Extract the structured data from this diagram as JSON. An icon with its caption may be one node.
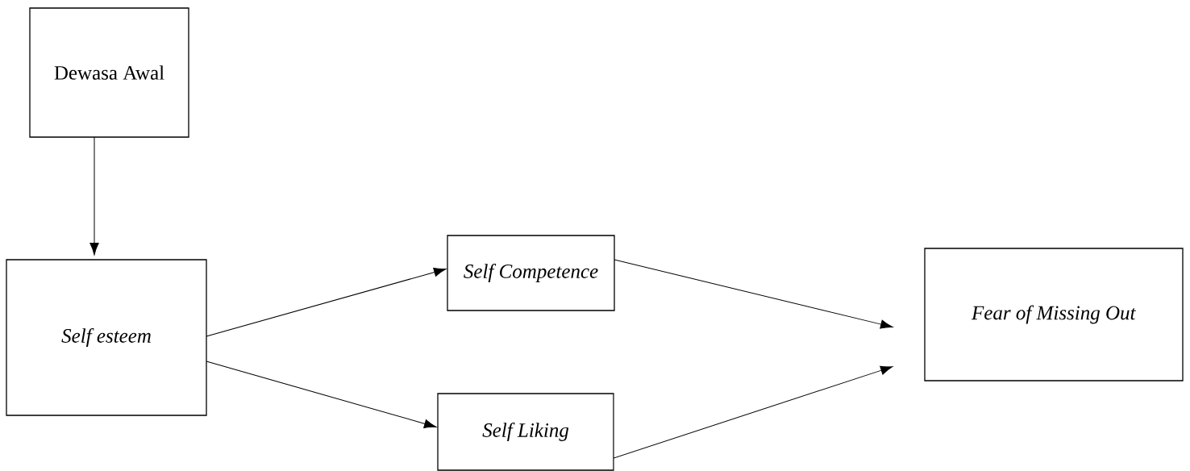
{
  "diagram": {
    "nodes": [
      {
        "text": [
          "Dewasa Awal"
        ]
      },
      {
        "text": [
          "*Self esteem*"
        ]
      },
      {
        "text": [
          "*Self Competence*"
        ]
      },
      {
        "text": [
          "*Self Liking*"
        ]
      },
      {
        "text": [
          "*Fear of Missing Out*"
        ]
      }
    ],
    "edges": [
      {
        "from": 0,
        "to": 1,
        "arrow": "to"
      },
      {
        "from": 1,
        "to": 2,
        "arrow": "to"
      },
      {
        "from": 1,
        "to": 3,
        "arrow": "to"
      },
      {
        "from": 2,
        "to": 4,
        "arrow": "to"
      },
      {
        "from": 3,
        "to": 4,
        "arrow": "to"
      }
    ]
  }
}
